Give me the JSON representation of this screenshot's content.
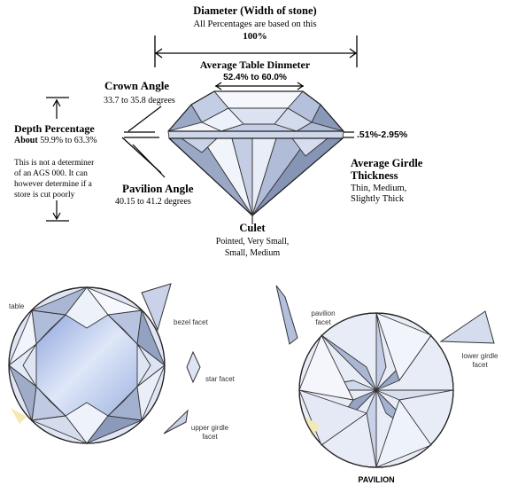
{
  "diameter": {
    "title": "Diameter (Width of stone)",
    "note": "All Percentages are based on this",
    "value": "100%"
  },
  "table_diameter": {
    "title": "Average Table Dinmeter",
    "range": "52.4% to 60.0%"
  },
  "crown_angle": {
    "title": "Crown Angle",
    "range": "33.7 to 35.8 degrees"
  },
  "depth": {
    "title": "Depth Percentage",
    "prefix": "About",
    "range": "59.9% to 63.3%",
    "note_lines": [
      "This is not a determiner",
      "of an AGS 000.  It can",
      "however determine if a",
      "store is cut poorly"
    ]
  },
  "pavilion_angle": {
    "title": "Pavilion Angle",
    "range": "40.15 to 41.2 degrees"
  },
  "girdle": {
    "range": ".51%-2.95%",
    "title_lines": [
      "Average Girdle",
      "Thickness"
    ],
    "options": [
      "Thin, Medium,",
      "Slightly Thick"
    ]
  },
  "culet": {
    "title": "Culet",
    "options": [
      "Pointed, Very Small,",
      "Small, Medium"
    ]
  },
  "crown_view": {
    "table": "table",
    "bezel": "bezel facet",
    "star": "star facet",
    "upper_girdle": [
      "upper girdle",
      "facet"
    ]
  },
  "pavilion_view": {
    "pavilion_facet": [
      "pavilion",
      "facet"
    ],
    "lower_girdle": [
      "lower girdle",
      "facet"
    ],
    "caption": "PAVILION"
  },
  "colors": {
    "facet_light": "#f2f5fc",
    "facet_mid": "#c9d2e6",
    "facet_dark": "#8e9ab4",
    "table_blue": "#aebfe6",
    "outline": "#222222"
  }
}
